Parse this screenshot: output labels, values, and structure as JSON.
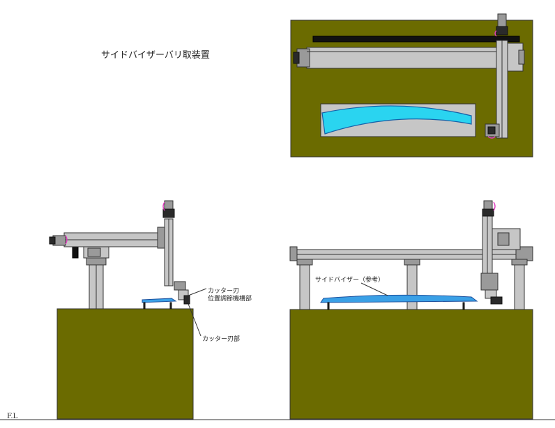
{
  "title": "サイドバイザーバリ取装置",
  "labels": {
    "cutter_adjust_line1": "カッター刃",
    "cutter_adjust_line2": "位置調節機構部",
    "cutter_blade": "カッター刃部",
    "side_visor_ref": "サイドバイザー（参考）",
    "floor_level": "F.L"
  },
  "colors": {
    "base": "#6b6b00",
    "frame": "#c6c6c6",
    "visor": "#2ad4f0",
    "accent": "#e040c0"
  }
}
